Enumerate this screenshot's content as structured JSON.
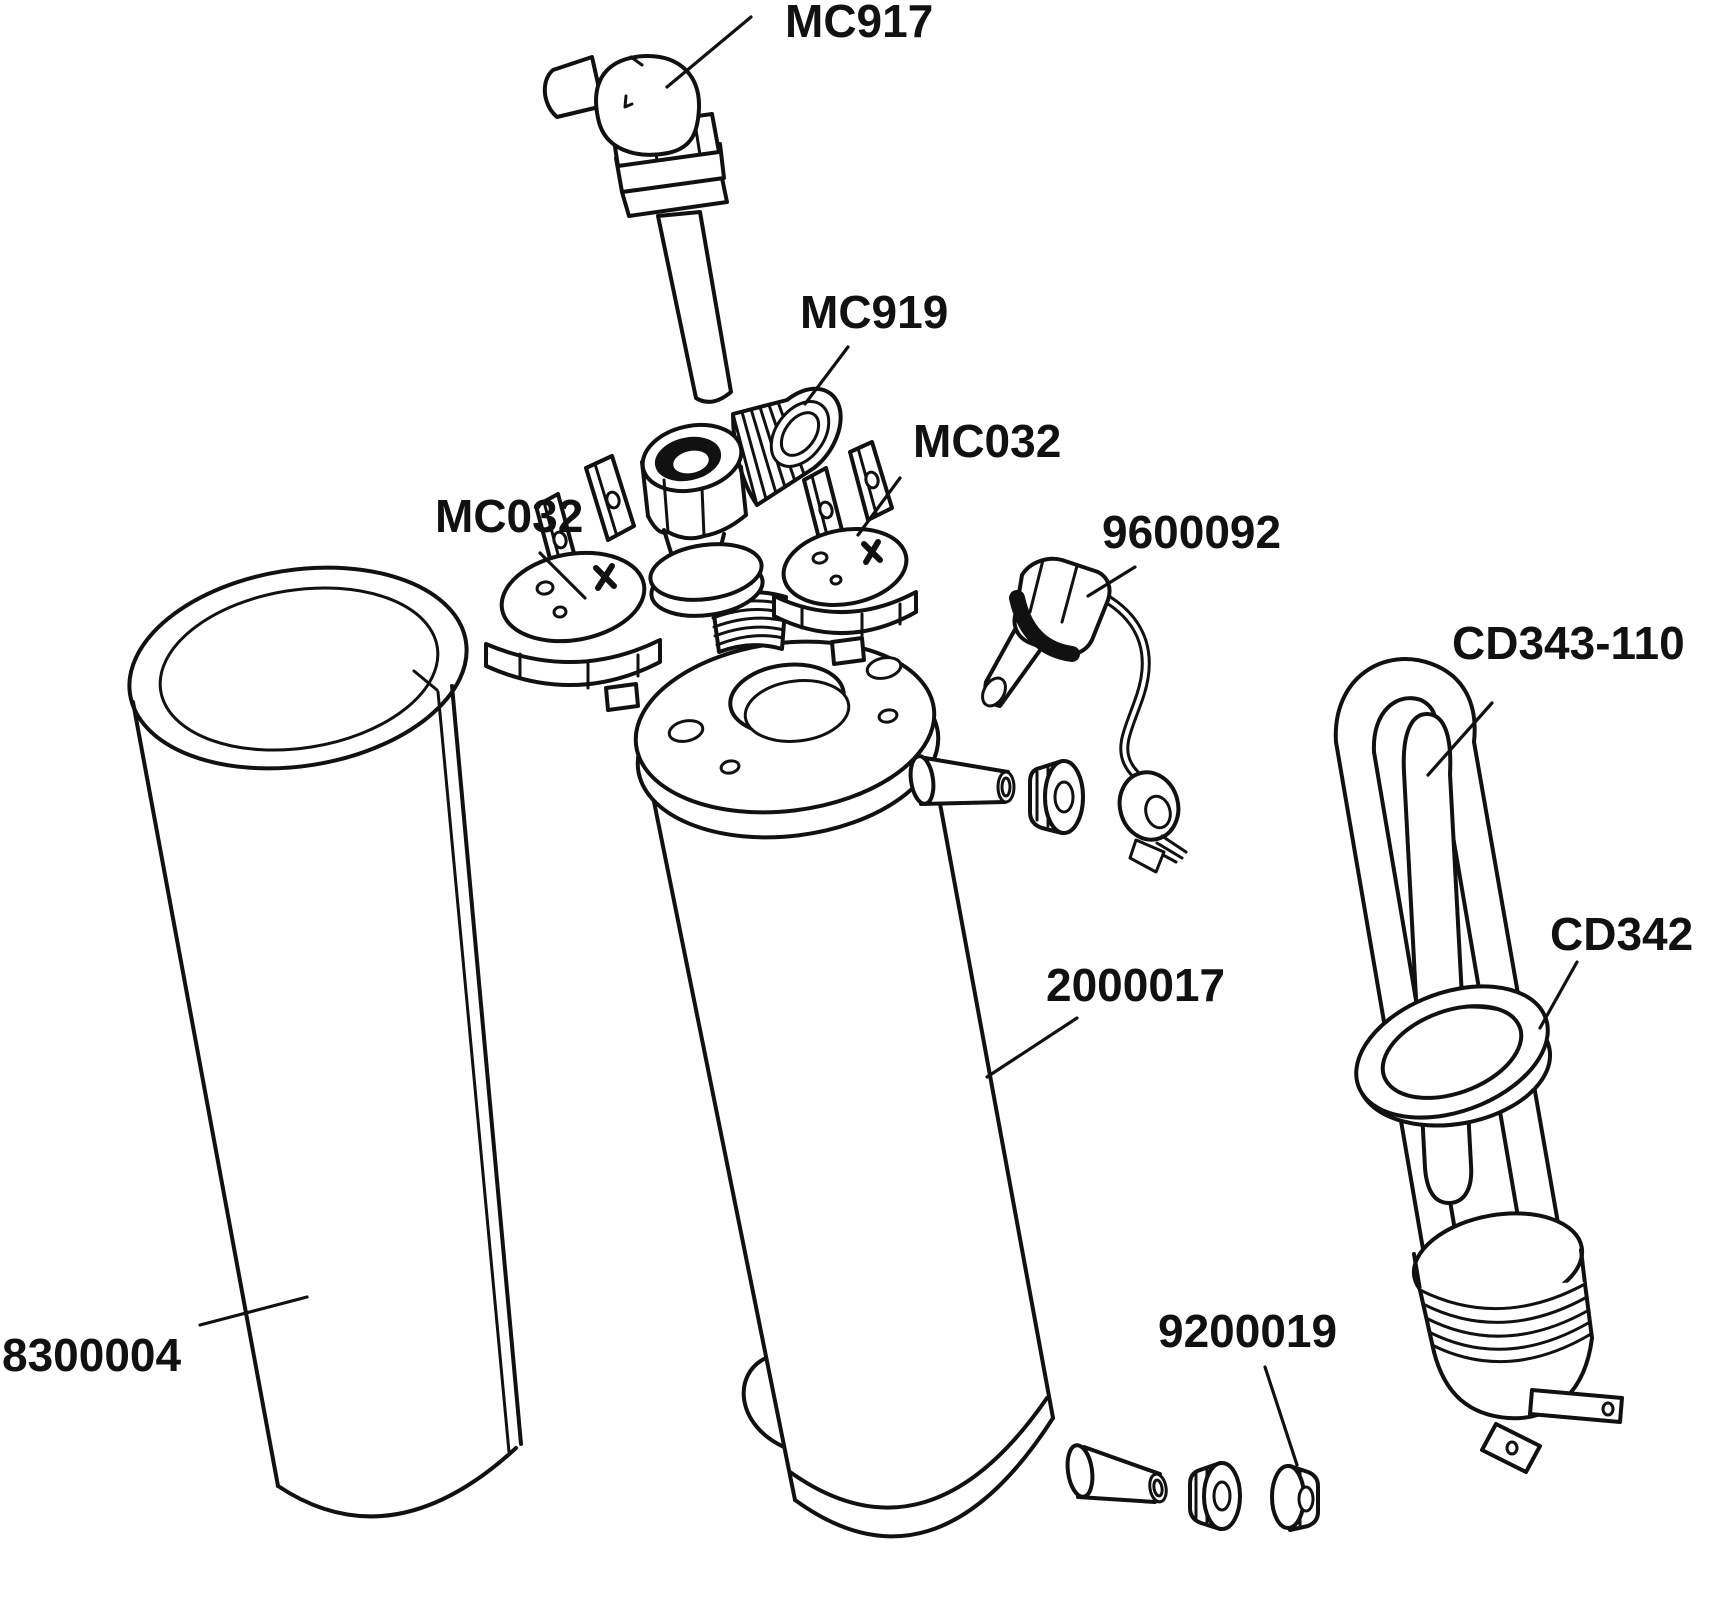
{
  "diagram": {
    "type": "exploded-parts-diagram",
    "background_color": "#ffffff",
    "line_color": "#111111",
    "labels": [
      {
        "id": "mc917",
        "text": "MC917"
      },
      {
        "id": "mc919",
        "text": "MC919"
      },
      {
        "id": "mc032_right",
        "text": "MC032"
      },
      {
        "id": "mc032_left",
        "text": "MC032"
      },
      {
        "id": "s9600092",
        "text": "9600092"
      },
      {
        "id": "cd343_110",
        "text": "CD343-110"
      },
      {
        "id": "cd342",
        "text": "CD342"
      },
      {
        "id": "t2000017",
        "text": "2000017"
      },
      {
        "id": "n9200019",
        "text": "9200019"
      },
      {
        "id": "s8300004",
        "text": "8300004"
      }
    ]
  }
}
